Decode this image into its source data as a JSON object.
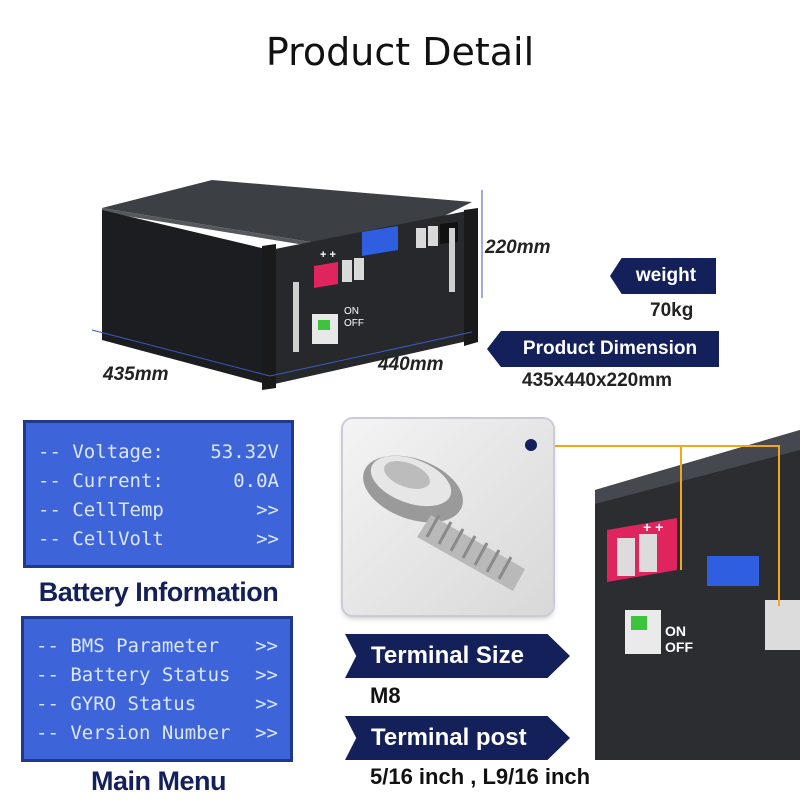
{
  "title": "Product Detail",
  "dimensions": {
    "height": "220mm",
    "width": "440mm",
    "depth": "435mm"
  },
  "specs": {
    "weight_label": "weight",
    "weight_value": "70kg",
    "dimension_label": "Product Dimension",
    "dimension_value": "435x440x220mm"
  },
  "battery_info": {
    "caption": "Battery Information",
    "rows": [
      {
        "label": "-- Voltage:",
        "value": "53.32V"
      },
      {
        "label": "-- Current:",
        "value": "0.0A"
      },
      {
        "label": "-- CellTemp",
        "value": ">>"
      },
      {
        "label": "-- CellVolt",
        "value": ">>"
      }
    ]
  },
  "main_menu": {
    "caption": "Main Menu",
    "rows": [
      {
        "label": "-- BMS Parameter",
        "value": ">>"
      },
      {
        "label": "-- Battery Status",
        "value": ">>"
      },
      {
        "label": "-- GYRO Status",
        "value": ">>"
      },
      {
        "label": "-- Version Number",
        "value": ">>"
      }
    ]
  },
  "terminal": {
    "size_label": "Terminal Size",
    "size_value": "M8",
    "post_label": "Terminal post",
    "post_value": "5/16 inch , L9/16 inch"
  },
  "device_labels": {
    "on": "ON",
    "off": "OFF",
    "plus": "+ +"
  },
  "colors": {
    "navy": "#13205a",
    "lcd_blue": "#3d64d8",
    "terminal_red": "#e0245e",
    "callout_orange": "#f2a71b"
  }
}
